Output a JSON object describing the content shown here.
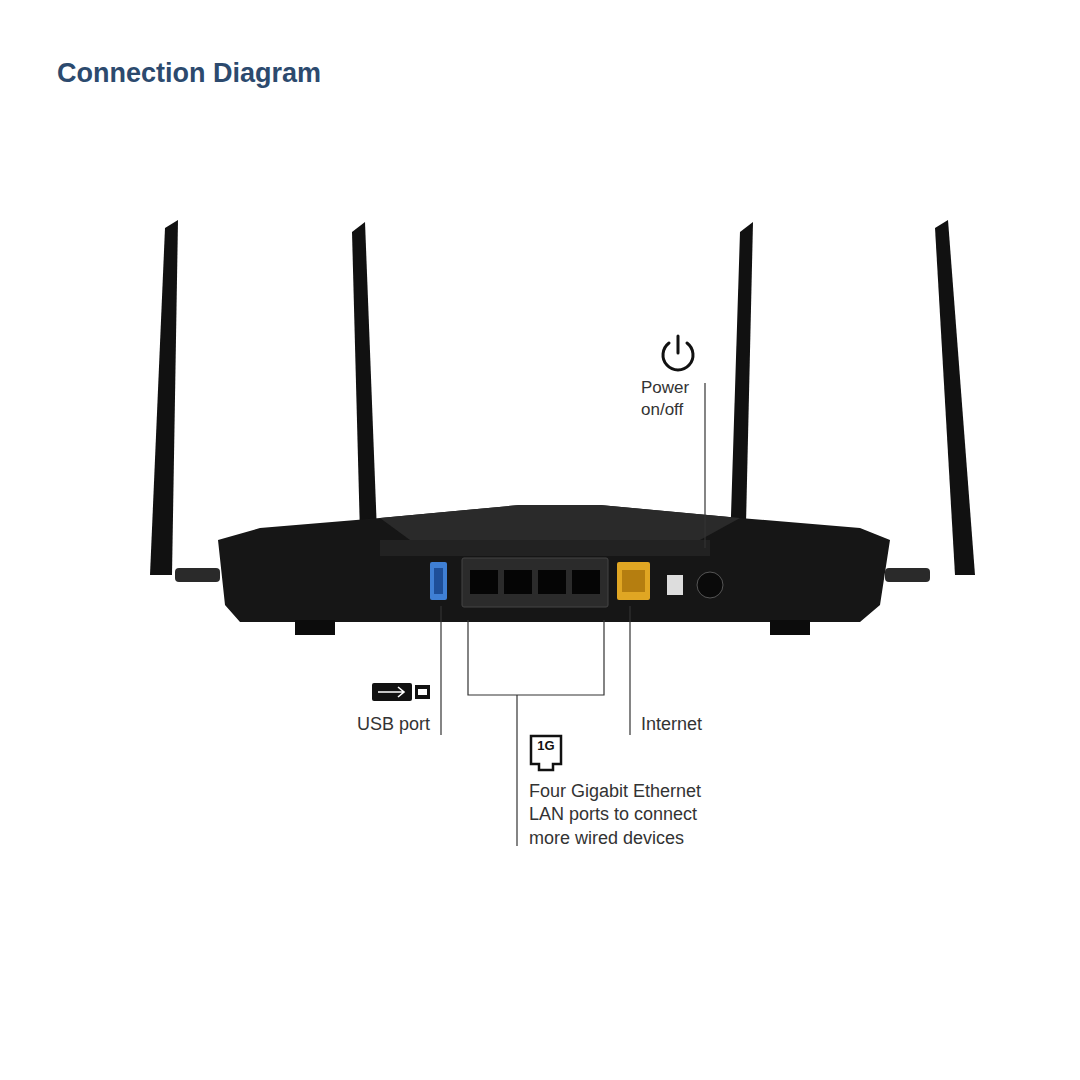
{
  "diagram": {
    "title": "Connection Diagram",
    "labels": [
      "Power on/off",
      "USB port",
      "1G",
      "Internet",
      "Four Gigabit Ethernet LAN ports to connect more wired devices"
    ]
  }
}
